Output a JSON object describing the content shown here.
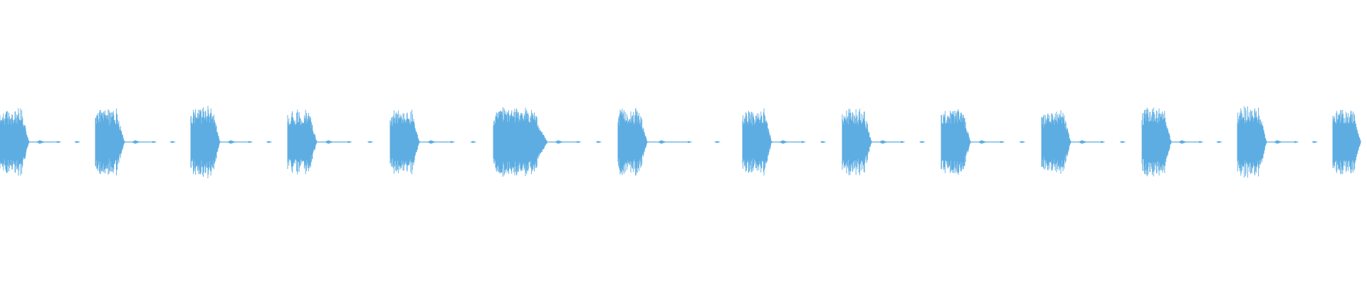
{
  "waveform": {
    "color": "#5dade2",
    "segments": [
      {
        "kind": "burst",
        "start_s": 0.0,
        "end_s": 0.5,
        "peak": 0.3
      },
      {
        "kind": "burst",
        "start_s": 1.34,
        "end_s": 1.84,
        "peak": 0.31
      },
      {
        "kind": "burst",
        "start_s": 2.68,
        "end_s": 3.18,
        "peak": 0.33
      },
      {
        "kind": "burst",
        "start_s": 4.04,
        "end_s": 4.54,
        "peak": 0.3
      },
      {
        "kind": "burst",
        "start_s": 5.48,
        "end_s": 5.98,
        "peak": 0.29
      },
      {
        "kind": "burst",
        "start_s": 6.93,
        "end_s": 7.85,
        "peak": 0.32
      },
      {
        "kind": "burst",
        "start_s": 8.68,
        "end_s": 9.18,
        "peak": 0.31
      },
      {
        "kind": "burst",
        "start_s": 10.43,
        "end_s": 10.93,
        "peak": 0.3
      },
      {
        "kind": "burst",
        "start_s": 11.83,
        "end_s": 12.33,
        "peak": 0.31
      },
      {
        "kind": "burst",
        "start_s": 13.22,
        "end_s": 13.72,
        "peak": 0.31
      },
      {
        "kind": "burst",
        "start_s": 14.63,
        "end_s": 15.13,
        "peak": 0.29
      },
      {
        "kind": "burst",
        "start_s": 16.04,
        "end_s": 16.54,
        "peak": 0.33
      },
      {
        "kind": "burst",
        "start_s": 17.38,
        "end_s": 17.88,
        "peak": 0.33
      },
      {
        "kind": "burst",
        "start_s": 18.72,
        "end_s": 19.2,
        "peak": 0.3
      }
    ],
    "duration_s": 19.2
  }
}
